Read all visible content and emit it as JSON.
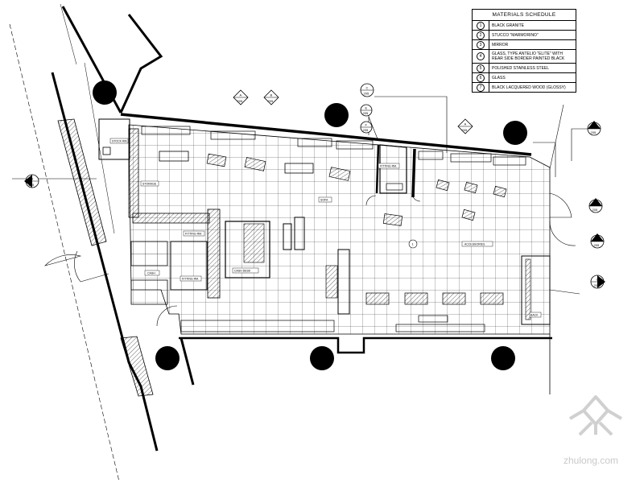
{
  "schedule": {
    "title": "MATERIALS SCHEDULE",
    "items": [
      {
        "num": "1",
        "text": "BLACK GRANITE"
      },
      {
        "num": "2",
        "text": "STUCCO \"MARMORINO\""
      },
      {
        "num": "3",
        "text": "MIRROR"
      },
      {
        "num": "4",
        "text": "GLASS, TYPE ANTELIO \"ELITE\" WITH REAR SIDE BORDER PAINTED BLACK"
      },
      {
        "num": "5",
        "text": "POLISHED STAINLESS STEEL"
      },
      {
        "num": "6",
        "text": "GLASS"
      },
      {
        "num": "7",
        "text": "BLACK LACQUERED WOOD (GLOSSY)"
      }
    ]
  },
  "room_labels": {
    "r1": "STOCK RM.",
    "r2": "FITTING RM.",
    "r3": "CASH",
    "r4": "ACCESSORIES",
    "r5": "FITTING RM.",
    "r6": "STORAGE",
    "r7": "CASH DESK",
    "r8": "BACK",
    "r9": "SOFA",
    "r10": "FITTING RM."
  },
  "markers": [
    {
      "top": "A",
      "bottom": "205"
    },
    {
      "top": "B",
      "bottom": "205"
    },
    {
      "top": "C",
      "bottom": "205"
    },
    {
      "top": "E",
      "bottom": "205"
    },
    {
      "top": "F",
      "bottom": "205"
    },
    {
      "top": "A",
      "bottom": "205"
    },
    {
      "top": "C",
      "bottom": "205"
    },
    {
      "top": "D",
      "bottom": "205"
    },
    {
      "top": "B",
      "bottom": "205"
    },
    {
      "top": "G",
      "bottom": "205"
    },
    {
      "top": "H",
      "bottom": "205"
    }
  ],
  "floor_mark": "1",
  "watermark": "zhulong.com",
  "colors": {
    "line": "#000000",
    "paper": "#ffffff",
    "watermark": "#c9c9c9"
  }
}
